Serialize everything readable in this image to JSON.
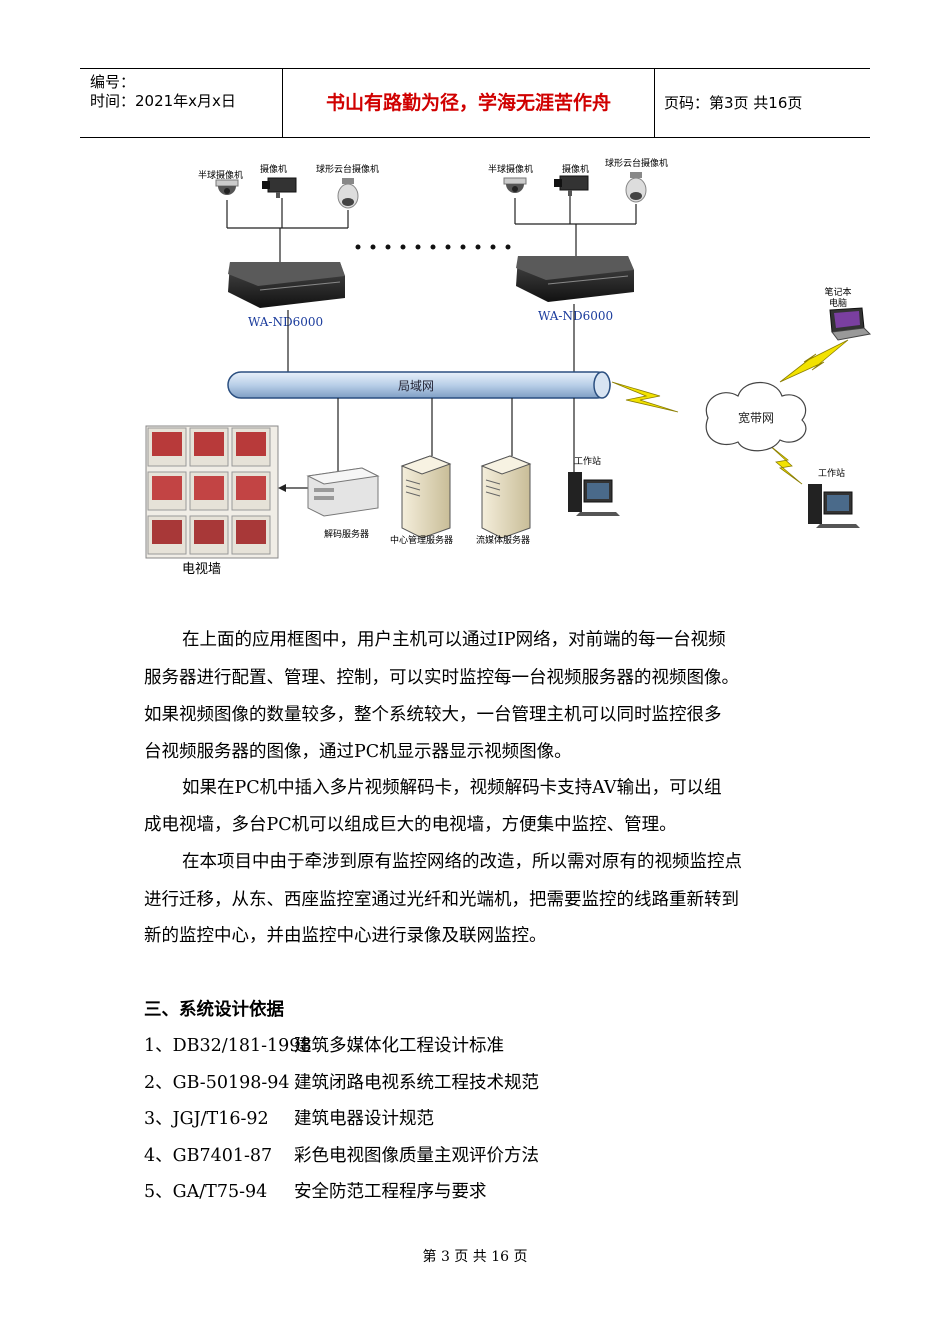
{
  "header": {
    "serial_label": "编号：",
    "time_label": "时间：2021年x月x日",
    "motto": "书山有路勤为径，学海无涯苦作舟",
    "page_info": "页码：第3页  共16页"
  },
  "diagram": {
    "cameras": {
      "dome": "半球摄像机",
      "box": "摄像机",
      "ptz": "球形云台摄像机"
    },
    "dvr_model": "WA-ND6000",
    "lan": "局域网",
    "broadband": "宽带网",
    "laptop": [
      "笔记本",
      "电脑"
    ],
    "workstation": "工作站",
    "decode_server": "解码服务器",
    "center_server": "中心管理服务器",
    "stream_server": "流媒体服务器",
    "tv_wall": "电视墙"
  },
  "body": {
    "lines": [
      "在上面的应用框图中，用户主机可以通过IP网络，对前端的每一台视频",
      "服务器进行配置、管理、控制，可以实时监控每一台视频服务器的视频图像。",
      "如果视频图像的数量较多，整个系统较大，一台管理主机可以同时监控很多",
      "台视频服务器的图像，通过PC机显示器显示视频图像。",
      "如果在PC机中插入多片视频解码卡，视频解码卡支持AV输出，可以组",
      "成电视墙，多台PC机可以组成巨大的电视墙，方便集中监控、管理。",
      "在本项目中由于牵涉到原有监控网络的改造，所以需对原有的视频监控点",
      "进行迁移，从东、西座监控室通过光纤和光端机，把需要监控的线路重新转到",
      "新的监控中心，并由监控中心进行录像及联网监控。"
    ],
    "section_title": "三、系统设计依据",
    "references": [
      {
        "code": "1、DB32/181-1998",
        "title": "建筑多媒体化工程设计标准"
      },
      {
        "code": "2、GB-50198-94",
        "title": "建筑闭路电视系统工程技术规范"
      },
      {
        "code": "3、JGJ/T16-92",
        "title": "建筑电器设计规范"
      },
      {
        "code": "4、GB7401-87",
        "title": "彩色电视图像质量主观评价方法"
      },
      {
        "code": "5、GA/T75-94",
        "title": "安全防范工程程序与要求"
      }
    ]
  },
  "footer": {
    "page": "第 3 页 共 16 页"
  },
  "colors": {
    "motto": "#d00000",
    "lan_bar": "#bcd2ea",
    "lightning": "#f2e200"
  }
}
